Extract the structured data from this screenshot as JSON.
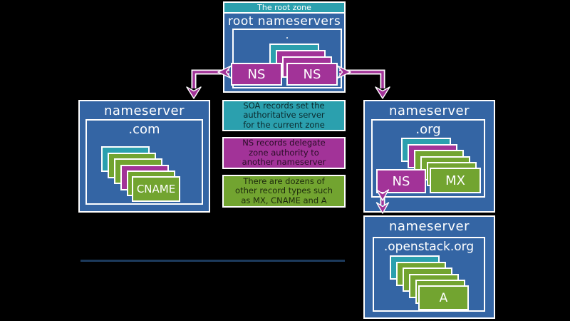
{
  "palette": {
    "blue": "#3465a4",
    "teal": "#2ba0ae",
    "magenta": "#a23398",
    "green": "#72a430",
    "line": "#1c3a5c"
  },
  "root": {
    "zone_label": "The root zone",
    "title": "root nameservers",
    "dot": ".",
    "stack": [
      "teal",
      "magenta",
      "magenta"
    ],
    "ns_left": {
      "color": "magenta",
      "label": "NS"
    },
    "ns_right": {
      "color": "magenta",
      "label": "NS"
    }
  },
  "com_box": {
    "title": "nameserver",
    "zone": ".com",
    "stack": [
      "teal",
      "green",
      "green",
      "magenta",
      "green"
    ],
    "front": {
      "color": "green",
      "label": "CNAME"
    }
  },
  "org_box": {
    "title": "nameserver",
    "zone": ".org",
    "stack": [
      "teal",
      "magenta",
      "green",
      "green",
      "green"
    ],
    "front_left": {
      "color": "magenta",
      "label": "NS"
    },
    "front_right": {
      "color": "green",
      "label": "MX"
    }
  },
  "openstack_box": {
    "title": "nameserver",
    "zone": ".openstack.org",
    "stack": [
      "teal",
      "green",
      "green",
      "green",
      "green"
    ],
    "front": {
      "color": "green",
      "label": "A"
    }
  },
  "legend": [
    {
      "color": "teal",
      "lines": [
        "SOA records set the",
        "authoritative server",
        "for the current zone"
      ]
    },
    {
      "color": "magenta",
      "lines": [
        "NS records delegate",
        "zone authority to",
        "another nameserver"
      ]
    },
    {
      "color": "green",
      "lines": [
        "There are dozens of",
        "other record types such",
        "as MX, CNAME and A"
      ]
    }
  ]
}
